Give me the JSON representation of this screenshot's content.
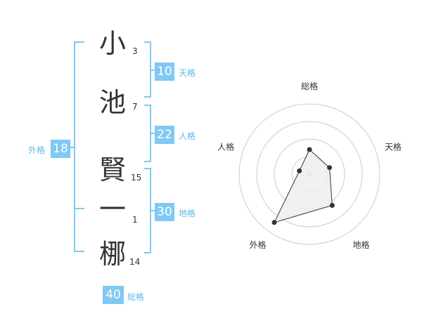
{
  "name_chars": [
    {
      "char": "小",
      "strokes": "3"
    },
    {
      "char": "池",
      "strokes": "7"
    },
    {
      "char": "賢",
      "strokes": "15"
    },
    {
      "char": "一",
      "strokes": "1"
    },
    {
      "char": "梛",
      "strokes": "14"
    }
  ],
  "fortune": {
    "tenkaku": {
      "value": "10",
      "label": "天格"
    },
    "jinkaku": {
      "value": "22",
      "label": "人格"
    },
    "chikaku": {
      "value": "30",
      "label": "地格"
    },
    "gaikaku": {
      "value": "18",
      "label": "外格"
    },
    "soukaku": {
      "value": "40",
      "label": "総格"
    }
  },
  "chart_data": {
    "type": "radar",
    "axes": [
      "総格",
      "天格",
      "地格",
      "外格",
      "人格"
    ],
    "values": [
      0.35,
      0.3,
      0.55,
      0.85,
      0.15
    ],
    "rings": 4,
    "colors": {
      "grid": "#cccccc",
      "fill": "#eeeeee",
      "line": "#333333",
      "point": "#333333"
    }
  },
  "colors": {
    "accent": "#7fc9f2",
    "accent_text": "#5fb9e8",
    "bracket": "#7fc9f2"
  }
}
